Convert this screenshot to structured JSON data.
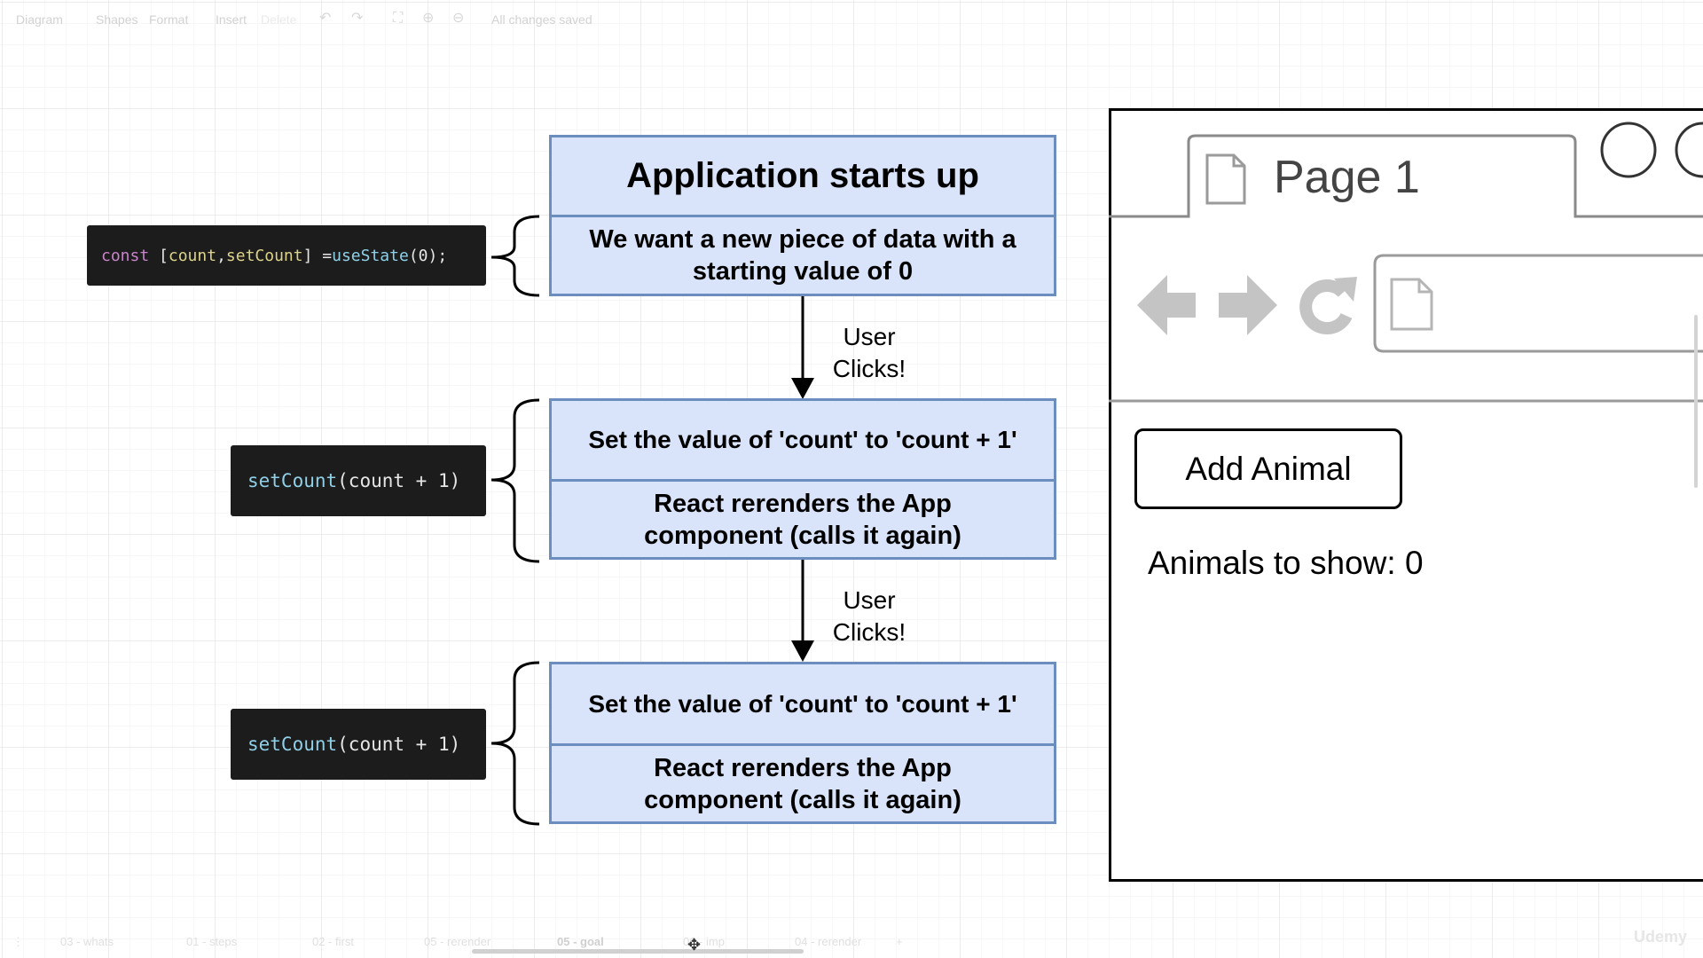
{
  "toolbar": {
    "diagram_menu": "Diagram",
    "shapes": "Shapes",
    "format": "Format",
    "insert": "Insert",
    "delete": "Delete",
    "status": "All changes saved"
  },
  "code": {
    "initial": {
      "kw": "const",
      "open": "[",
      "v1": "count",
      "comma": ", ",
      "v2": "setCount",
      "close": "] = ",
      "fn": "useState",
      "args": "(0);"
    },
    "update1": {
      "fn": "setCount",
      "args": "(count + 1)"
    },
    "update2": {
      "fn": "setCount",
      "args": "(count + 1)"
    }
  },
  "flow": {
    "start_title": "Application starts up",
    "start_desc": "We want a new piece of data with a starting value of 0",
    "click_label_1": "User\nClicks!",
    "set_value_1": "Set the value of 'count' to 'count + 1'",
    "rerender_1": "React rerenders the App component (calls it again)",
    "click_label_2": "User\nClicks!",
    "set_value_2": "Set the value of 'count' to 'count + 1'",
    "rerender_2": "React rerenders the App component (calls it again)"
  },
  "browser": {
    "tab_title": "Page 1",
    "button_label": "Add Animal",
    "counter_text": "Animals to show: 0"
  },
  "bottom_tabs": [
    "03 - whats",
    "01 - steps",
    "02 - first",
    "05 - rerender",
    "05 - goal",
    "06 - imp",
    "04 - rerender"
  ],
  "watermark": "Udemy",
  "colors": {
    "box_fill": "#d9e4fb",
    "box_border": "#6c8ebf",
    "code_bg": "#1c1c1c"
  },
  "icons": [
    "back-arrow-icon",
    "forward-arrow-icon",
    "reload-icon",
    "page-icon",
    "undo-icon",
    "redo-icon",
    "fullscreen-icon",
    "zoom-in-icon",
    "zoom-out-icon"
  ]
}
